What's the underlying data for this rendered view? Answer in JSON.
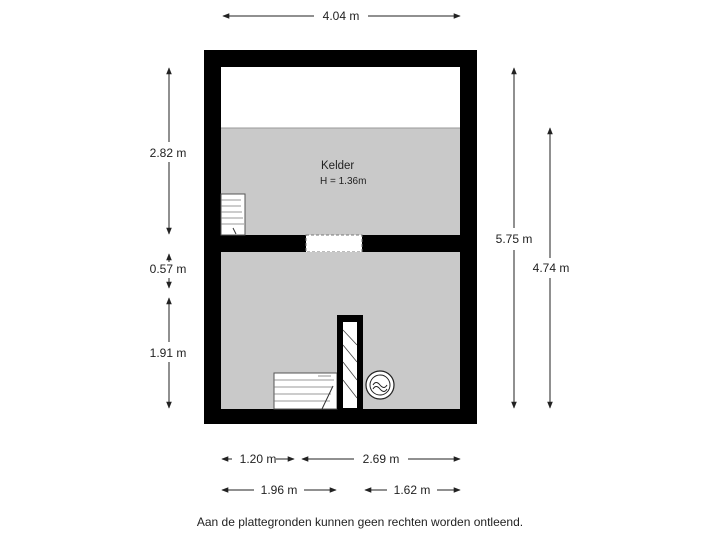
{
  "dimensions": {
    "top_width": "4.04 m",
    "left_upper": "2.82 m",
    "left_middle": "0.57 m",
    "left_lower": "1.91 m",
    "right_outer": "5.75 m",
    "right_inner": "4.74 m",
    "bottom_row1_left": "1.20 m",
    "bottom_row1_right": "2.69 m",
    "bottom_row2_left": "1.96 m",
    "bottom_row2_right": "1.62 m"
  },
  "room": {
    "name": "Kelder",
    "height": "H = 1.36m"
  },
  "colors": {
    "wall": "#000000",
    "floor": "#c9c9c9",
    "background": "#ffffff"
  },
  "disclaimer": "Aan de plattegronden kunnen geen rechten worden ontleend."
}
